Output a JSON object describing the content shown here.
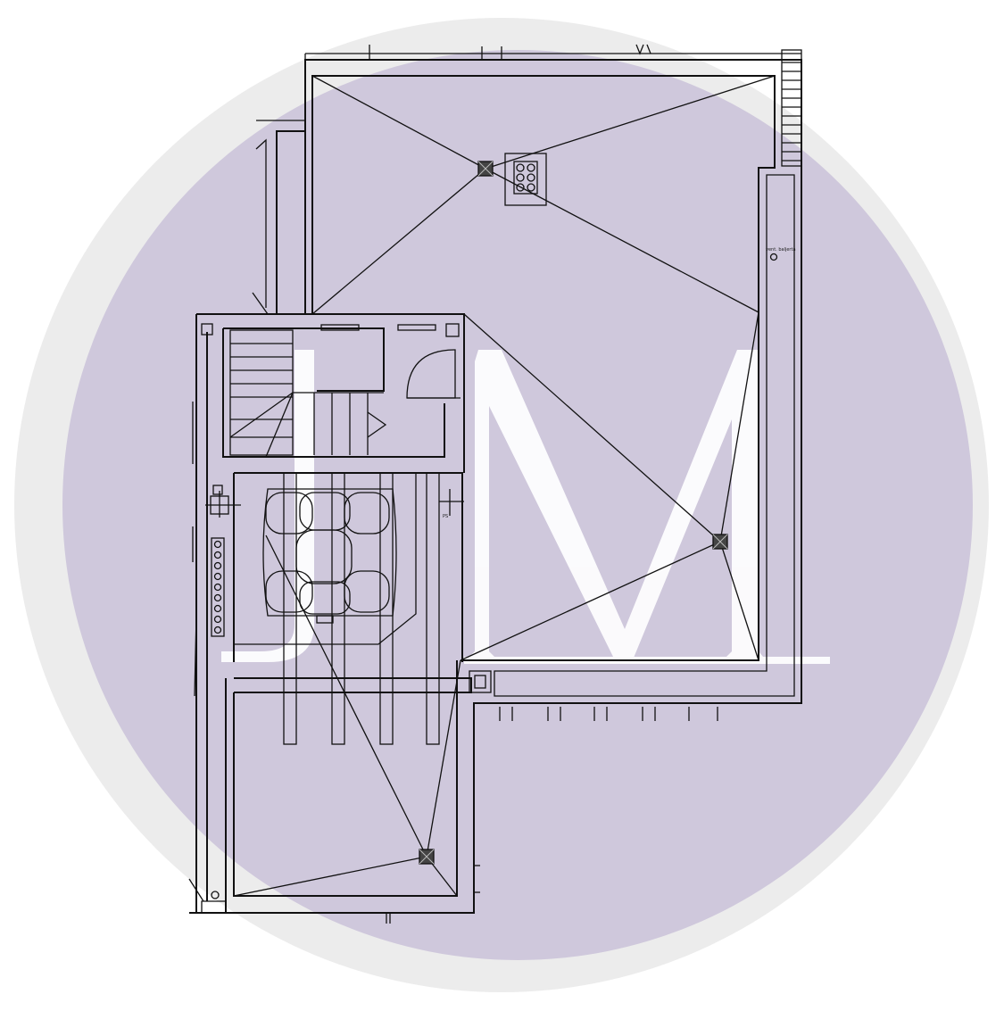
{
  "colors": {
    "outer_ring": "#ececec",
    "inner_disc": "#cfc8dc",
    "monogram": "#ffffff",
    "line": "#111111"
  },
  "watermark": {
    "monogram": "JM"
  },
  "plan": {
    "wall_label": "vent. baljerta",
    "small_label": "PS"
  }
}
